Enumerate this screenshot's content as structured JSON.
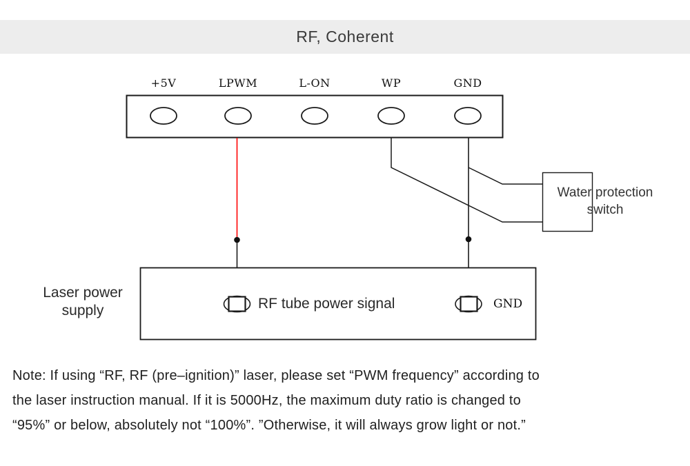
{
  "title": "RF, Coherent",
  "connector": {
    "pins": [
      "+5V",
      "LPWM",
      "L-ON",
      "WP",
      "GND"
    ]
  },
  "water_switch": {
    "line1": "Water protection",
    "line2": "switch"
  },
  "power_supply": {
    "label": "Laser power supply",
    "rf_pin_label": "RF tube power signal",
    "gnd_pin_label": "GND"
  },
  "note": {
    "lines": [
      "Note: If using “RF, RF (pre–ignition)” laser, please set “PWM frequency” according to",
      "the laser instruction manual. If it is 5000Hz, the maximum duty ratio is changed to",
      "“95%” or below, absolutely not “100%”. ”Otherwise, it will always grow light or not.”"
    ]
  },
  "colors": {
    "wire": "#1a1a1a",
    "pwm_wire": "#ff0000",
    "title_band": "#ededed"
  }
}
